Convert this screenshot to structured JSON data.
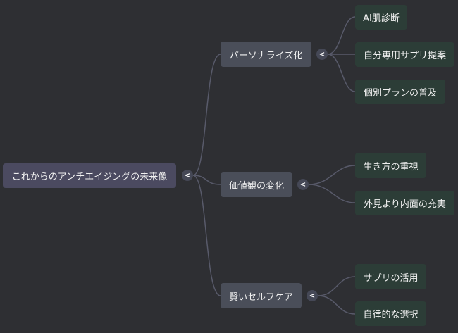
{
  "root": {
    "label": "これからのアンチエイジングの未来像",
    "toggle": "<"
  },
  "branches": [
    {
      "label": "パーソナライズ化",
      "toggle": "<",
      "children": [
        "AI肌診断",
        "自分専用サプリ提案",
        "個別プランの普及"
      ]
    },
    {
      "label": "価値観の変化",
      "toggle": "<",
      "children": [
        "生き方の重視",
        "外見より内面の充実"
      ]
    },
    {
      "label": "賢いセルフケア",
      "toggle": "<",
      "children": [
        "サプリの活用",
        "自律的な選択"
      ]
    }
  ],
  "colors": {
    "background": "#2e2f33",
    "root": "#4b4a60",
    "branch": "#4a4e59",
    "leaf": "#2c3d37",
    "edge": "#5a5b6e"
  }
}
